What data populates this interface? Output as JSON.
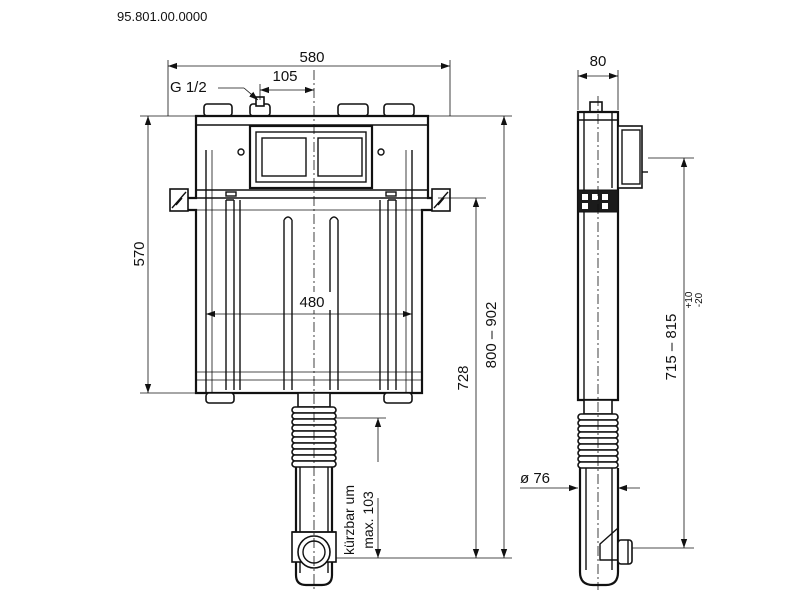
{
  "document": {
    "number": "95.801.00.0000"
  },
  "front_view": {
    "dim_overall_width": "580",
    "dim_offset": "105",
    "dim_thread": "G 1/2",
    "dim_height": "570",
    "dim_inner_width": "480",
    "dim_728": "728",
    "dim_800_902": "800 – 902",
    "note_line1": "kürzbar um",
    "note_line2": "max. 103"
  },
  "side_view": {
    "dim_depth": "80",
    "dim_diameter": "ø 76",
    "dim_715_815": "715 – 815",
    "tol_upper": "+10",
    "tol_lower": "-20"
  }
}
